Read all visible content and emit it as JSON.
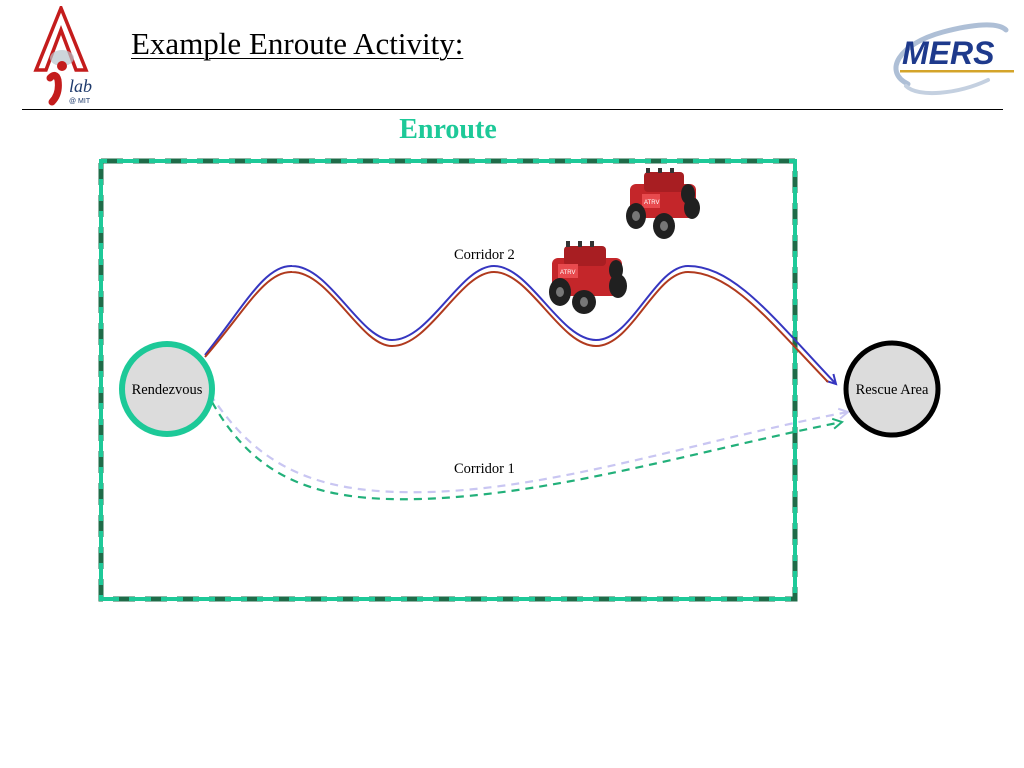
{
  "slide": {
    "title": "Example Enroute Activity:"
  },
  "logos": {
    "left": {
      "name": "ilab-logo",
      "i_text": "i",
      "lab_text": "lab",
      "sub_text": "@ MIT"
    },
    "right": {
      "name": "mers-logo",
      "text": "MERS"
    }
  },
  "diagram": {
    "activity_label": "Enroute",
    "nodes": {
      "start": {
        "label": "Rendezvous"
      },
      "end": {
        "label": "Rescue Area"
      }
    },
    "corridors": [
      {
        "label": "Corridor 2"
      },
      {
        "label": "Corridor 1"
      }
    ],
    "robots": [
      {
        "name": "atrv-robot",
        "badge": "ATRV"
      },
      {
        "name": "atrv-robot",
        "badge": "ATRV"
      }
    ]
  },
  "colors": {
    "accent_green": "#1dc998",
    "box_dark_green": "#1f6b48",
    "path_blue": "#3636c0",
    "path_red": "#b03a1e",
    "corridor1_green": "#22b07a",
    "corridor1_lavender": "#c9c6f2",
    "node_fill": "#dcdcdc",
    "robot_red": "#c4262a",
    "mers_blue": "#1e3a8c",
    "mers_gold": "#d4a42a",
    "ilab_red": "#c41c1c"
  }
}
